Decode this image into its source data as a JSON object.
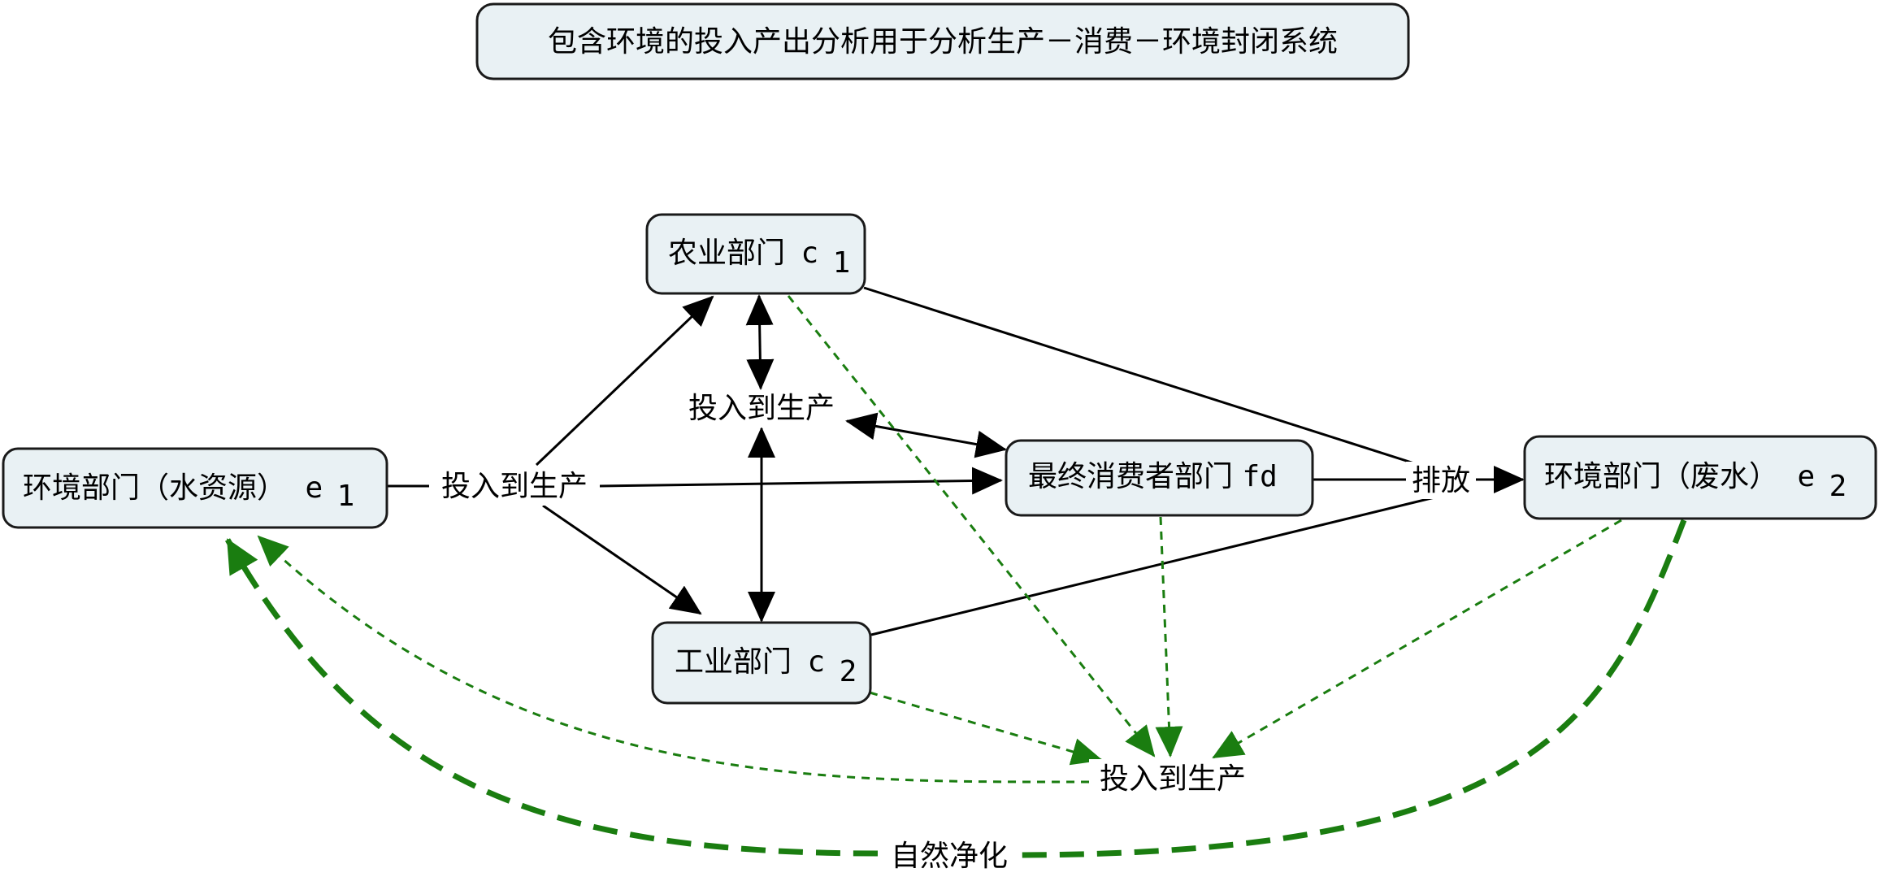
{
  "title": "包含环境的投入产出分析用于分析生产－消费－环境封闭系统",
  "nodes": {
    "env_water": {
      "label": "环境部门（水资源）",
      "code": "e",
      "sub": "1"
    },
    "agri": {
      "label": "农业部门",
      "code": "c",
      "sub": "1"
    },
    "industry": {
      "label": "工业部门",
      "code": "c",
      "sub": "2"
    },
    "consumer": {
      "label": "最终消费者部门",
      "code": "fd",
      "sub": ""
    },
    "env_waste": {
      "label": "环境部门（废水）",
      "code": "e",
      "sub": "2"
    }
  },
  "labels": {
    "input_left": "投入到生产",
    "input_center": "投入到生产",
    "input_bottom": "投入到生产",
    "emission": "排放",
    "purification": "自然净化"
  },
  "colors": {
    "node_fill": "#e9f1f4",
    "node_stroke": "#1a1a1a",
    "solid_edge": "#000000",
    "green_edge": "#1a7d10"
  }
}
